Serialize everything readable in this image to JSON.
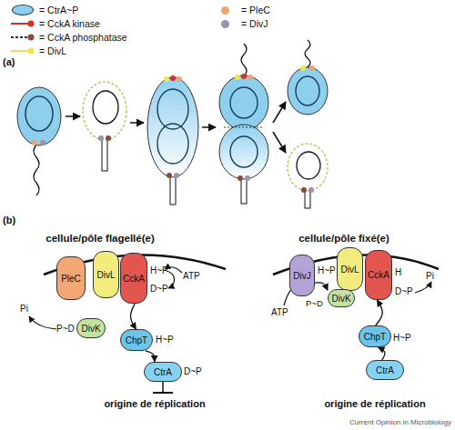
{
  "diagram": {
    "nodes": [
      {
        "text": [
          "PleC"
        ]
      },
      {
        "text": [
          "DivL"
        ]
      },
      {
        "text": [
          "CckA"
        ]
      },
      {
        "text": [
          "DivK"
        ]
      },
      {
        "text": [
          "ChpT"
        ]
      },
      {
        "text": [
          "CtrA"
        ]
      },
      {
        "text": [
          "DivJ"
        ]
      },
      {
        "text": [
          "DivL"
        ]
      },
      {
        "text": [
          "CckA"
        ]
      },
      {
        "text": [
          "DivK"
        ]
      },
      {
        "text": [
          "ChpT"
        ]
      },
      {
        "text": [
          "CtrA"
        ]
      }
    ],
    "edges": [
      {
        "from": 2,
        "to": 4,
        "arrow": "to"
      },
      {
        "from": 4,
        "to": 5,
        "arrow": "to"
      },
      {
        "from": 6,
        "to": 9,
        "arrow": "to"
      },
      {
        "from": 10,
        "to": 8,
        "arrow": "to"
      },
      {
        "from": 11,
        "to": 10,
        "arrow": "to"
      }
    ],
    "labels": [
      "(a)",
      "(b)",
      "cellule/pôle flagellé(e)",
      "cellule/pôle fixé(e)",
      "H~P",
      "D~P",
      "ATP",
      "P~D",
      "Pi",
      "H~P",
      "D~P",
      "origine de réplication",
      "H~P",
      "ATP",
      "P~D",
      "H",
      "D~P",
      "Pi",
      "H~P",
      "origine de réplication",
      "Current Opinion in Microbiology"
    ],
    "legend": [
      {
        "text": "= CtrA~P",
        "color": "#8ecfee"
      },
      {
        "text": "= PleC",
        "color": "#f2a46e"
      },
      {
        "text": "= CckA kinase"
      },
      {
        "text": "= DivJ",
        "color": "#9b92a8"
      },
      {
        "text": "= CckA phosphatase"
      },
      {
        "text": "= DivL"
      }
    ]
  }
}
